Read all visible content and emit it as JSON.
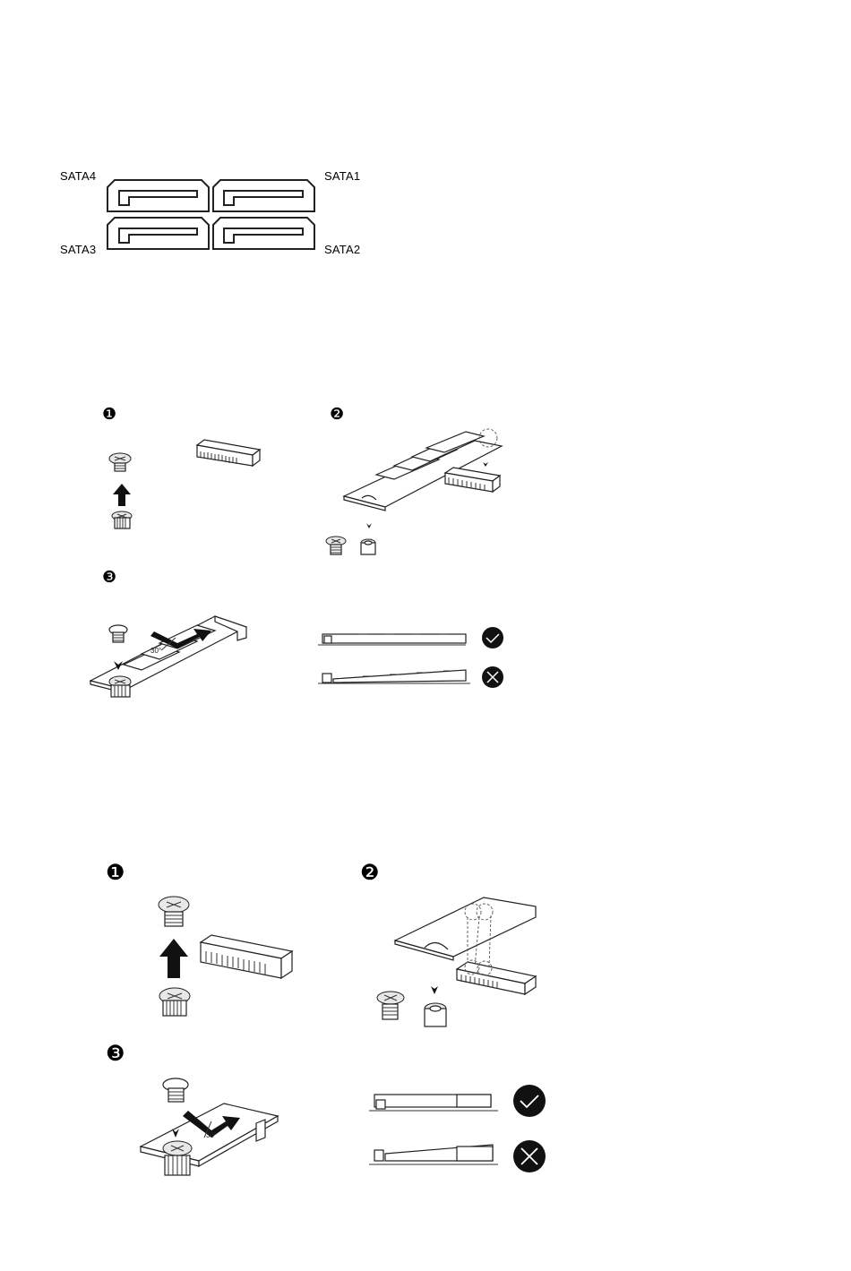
{
  "sata": {
    "labels": [
      "SATA4",
      "SATA1",
      "SATA3",
      "SATA2"
    ]
  },
  "m2_small": {
    "step1": "❶",
    "step2": "❷",
    "step3": "❸",
    "angle": "30°"
  },
  "m2_large": {
    "step1": "❶",
    "step2": "❷",
    "step3": "❸",
    "angle": "30°"
  },
  "icons": {
    "correct": "check-icon",
    "wrong": "cross-icon"
  }
}
